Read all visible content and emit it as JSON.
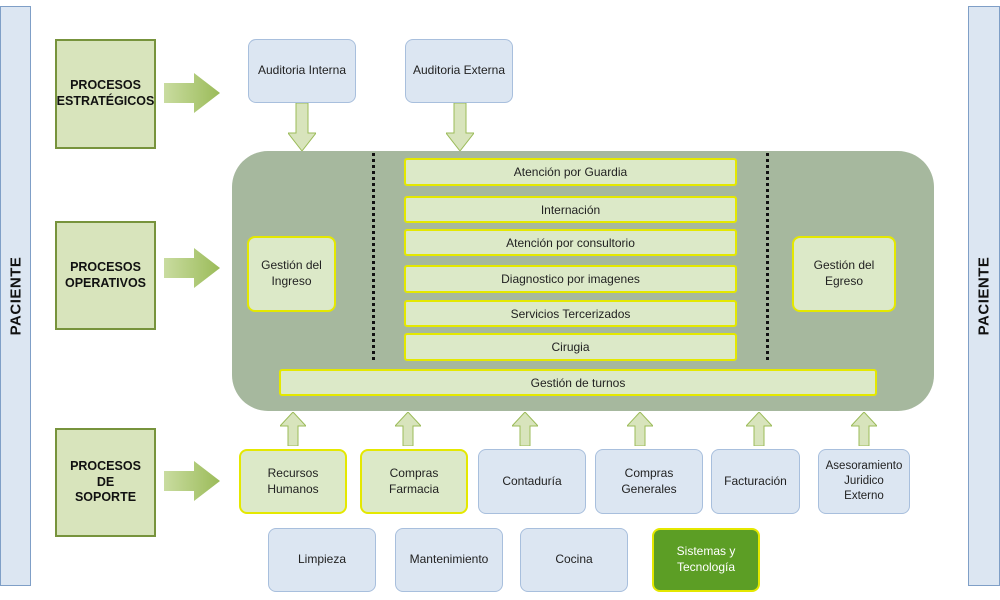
{
  "side": {
    "left": "PACIENTE",
    "right": "PACIENTE"
  },
  "procesos": {
    "estrategicos": "PROCESOS\nESTRATÉGICOS",
    "operativos": "PROCESOS\nOPERATIVOS",
    "soporte": "PROCESOS DE\nSOPORTE"
  },
  "estrategicos": {
    "auditoria_interna": "Auditoria Interna",
    "auditoria_externa": "Auditoria Externa"
  },
  "operativos": {
    "ingreso": "Gestión del\nIngreso",
    "egreso": "Gestión del\nEgreso",
    "servicios": [
      "Atención por Guardia",
      "Internación",
      "Atención por consultorio",
      "Diagnostico por imagenes",
      "Servicios Tercerizados",
      "Cirugia"
    ],
    "turnos": "Gestión de turnos"
  },
  "soporte": {
    "row1": [
      "Recursos\nHumanos",
      "Compras\nFarmacia",
      "Contaduría",
      "Compras\nGenerales",
      "Facturación",
      "Asesoramiento\nJuridico Externo"
    ],
    "row2": [
      "Limpieza",
      "Mantenimiento",
      "Cocina",
      "Sistemas y\nTecnología"
    ]
  },
  "colors": {
    "green_box": "#d8e4bc",
    "highlight_border": "#e4e800",
    "ops_bg": "#a6b89e",
    "blue_box": "#dce6f2",
    "dark_green": "#5c9e25"
  }
}
